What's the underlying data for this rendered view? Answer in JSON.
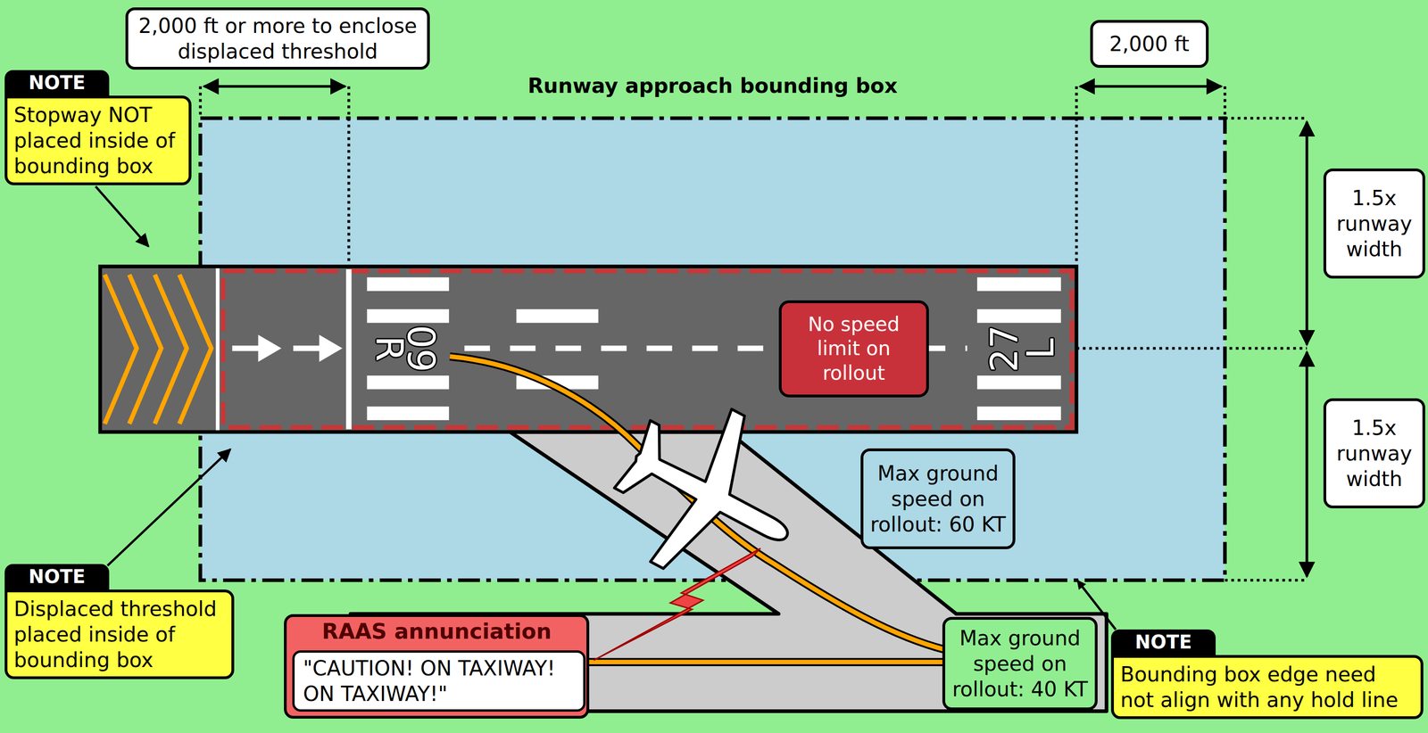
{
  "diagram": {
    "nodes": [
      {
        "text": [
          "2,000 ft or more to enclose displaced threshold"
        ]
      },
      {
        "text": [
          "2,000 ft"
        ]
      },
      {
        "text": [
          "NOTE",
          "Stopway NOT placed inside of bounding box"
        ]
      },
      {
        "text": [
          "Runway approach bounding box"
        ]
      },
      {
        "text": [
          "No speed limit on rollout"
        ],
        "in": 3
      },
      {
        "text": [
          "Max ground speed on rollout: 60 KT"
        ],
        "in": 3
      },
      {
        "text": [
          "1.5x runway width"
        ]
      },
      {
        "text": [
          "1.5x runway width"
        ]
      },
      {
        "text": [
          "NOTE",
          "Displaced threshold placed inside of bounding box"
        ]
      },
      {
        "text": [
          "RAAS annunciation"
        ]
      },
      {
        "text": [
          "\"CAUTION! ON TAXIWAY! ON TAXIWAY!\""
        ],
        "in": 9
      },
      {
        "text": [
          "Max ground speed on rollout: 40 KT"
        ]
      },
      {
        "text": [
          "NOTE",
          "Bounding box edge need not align with any hold line"
        ]
      }
    ],
    "edges": [
      {
        "from": 12,
        "to": 3,
        "arrow": "to"
      }
    ],
    "labels": [
      "09",
      "R",
      "27",
      "L"
    ]
  }
}
